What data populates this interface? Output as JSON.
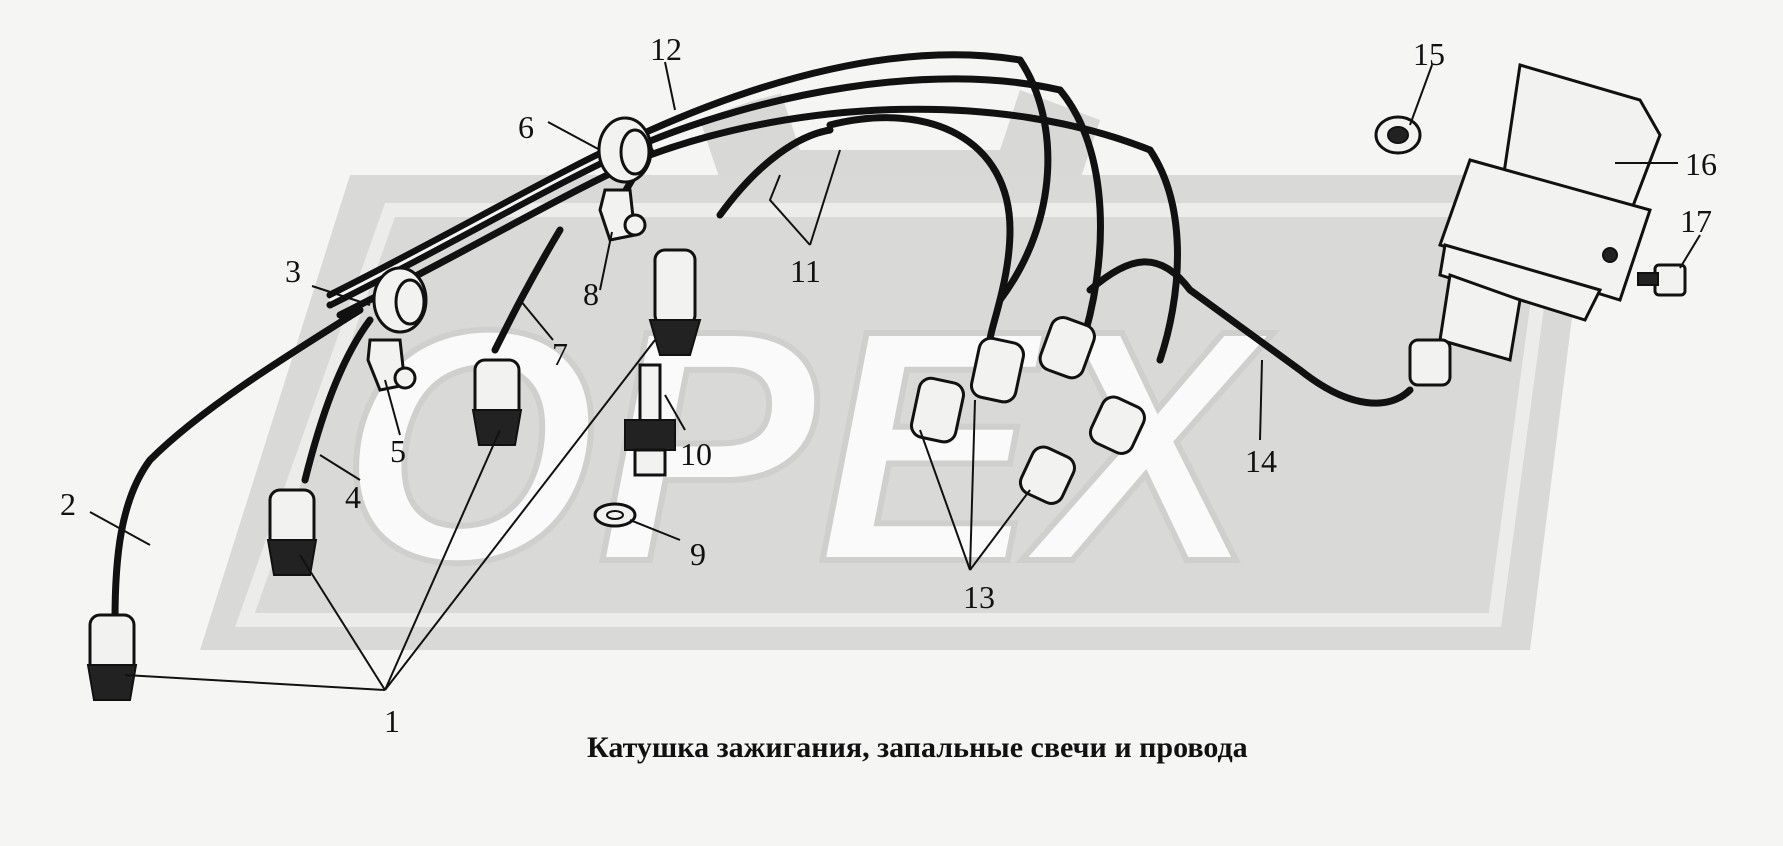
{
  "caption": "Катушка зажигания, запальные свечи и провода",
  "watermark": {
    "text": "ОРЕХ"
  },
  "callouts": [
    {
      "id": "1",
      "label": "1"
    },
    {
      "id": "2",
      "label": "2"
    },
    {
      "id": "3",
      "label": "3"
    },
    {
      "id": "4",
      "label": "4"
    },
    {
      "id": "5",
      "label": "5"
    },
    {
      "id": "6",
      "label": "6"
    },
    {
      "id": "7",
      "label": "7"
    },
    {
      "id": "8",
      "label": "8"
    },
    {
      "id": "9",
      "label": "9"
    },
    {
      "id": "10",
      "label": "10"
    },
    {
      "id": "11",
      "label": "11"
    },
    {
      "id": "12",
      "label": "12"
    },
    {
      "id": "13",
      "label": "13"
    },
    {
      "id": "14",
      "label": "14"
    },
    {
      "id": "15",
      "label": "15"
    },
    {
      "id": "16",
      "label": "16"
    },
    {
      "id": "17",
      "label": "17"
    }
  ]
}
